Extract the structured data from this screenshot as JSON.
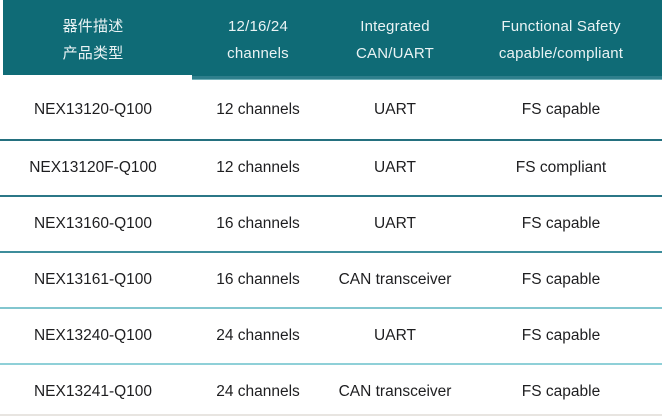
{
  "chart_data": {
    "type": "table",
    "title": "",
    "columns": [
      {
        "name": "part-type",
        "header_lines": [
          "器件描述",
          "产品类型"
        ]
      },
      {
        "name": "channels",
        "header_lines": [
          "12/16/24",
          "channels"
        ]
      },
      {
        "name": "interface",
        "header_lines": [
          "Integrated",
          "CAN/UART"
        ]
      },
      {
        "name": "safety",
        "header_lines": [
          "Functional Safety",
          "capable/compliant"
        ]
      }
    ],
    "rows": [
      [
        "NEX13120-Q100",
        "12 channels",
        "UART",
        "FS capable"
      ],
      [
        "NEX13120F-Q100",
        "12 channels",
        "UART",
        "FS compliant"
      ],
      [
        "NEX13160-Q100",
        "16 channels",
        "UART",
        "FS capable"
      ],
      [
        "NEX13161-Q100",
        "16 channels",
        "CAN transceiver",
        "FS capable"
      ],
      [
        "NEX13240-Q100",
        "24 channels",
        "UART",
        "FS capable"
      ],
      [
        "NEX13241-Q100",
        "24 channels",
        "CAN transceiver",
        "FS capable"
      ]
    ]
  },
  "style": {
    "header_bg": "#0f6b76",
    "header_text": "#eaf3f4",
    "body_text": "#1e1e20",
    "divider_colors": [
      "#24707f",
      "#2b7787",
      "#3d8d9b",
      "#82c6cf",
      "#8fd0d8"
    ],
    "bottom_strip": "#e8e5e1"
  }
}
